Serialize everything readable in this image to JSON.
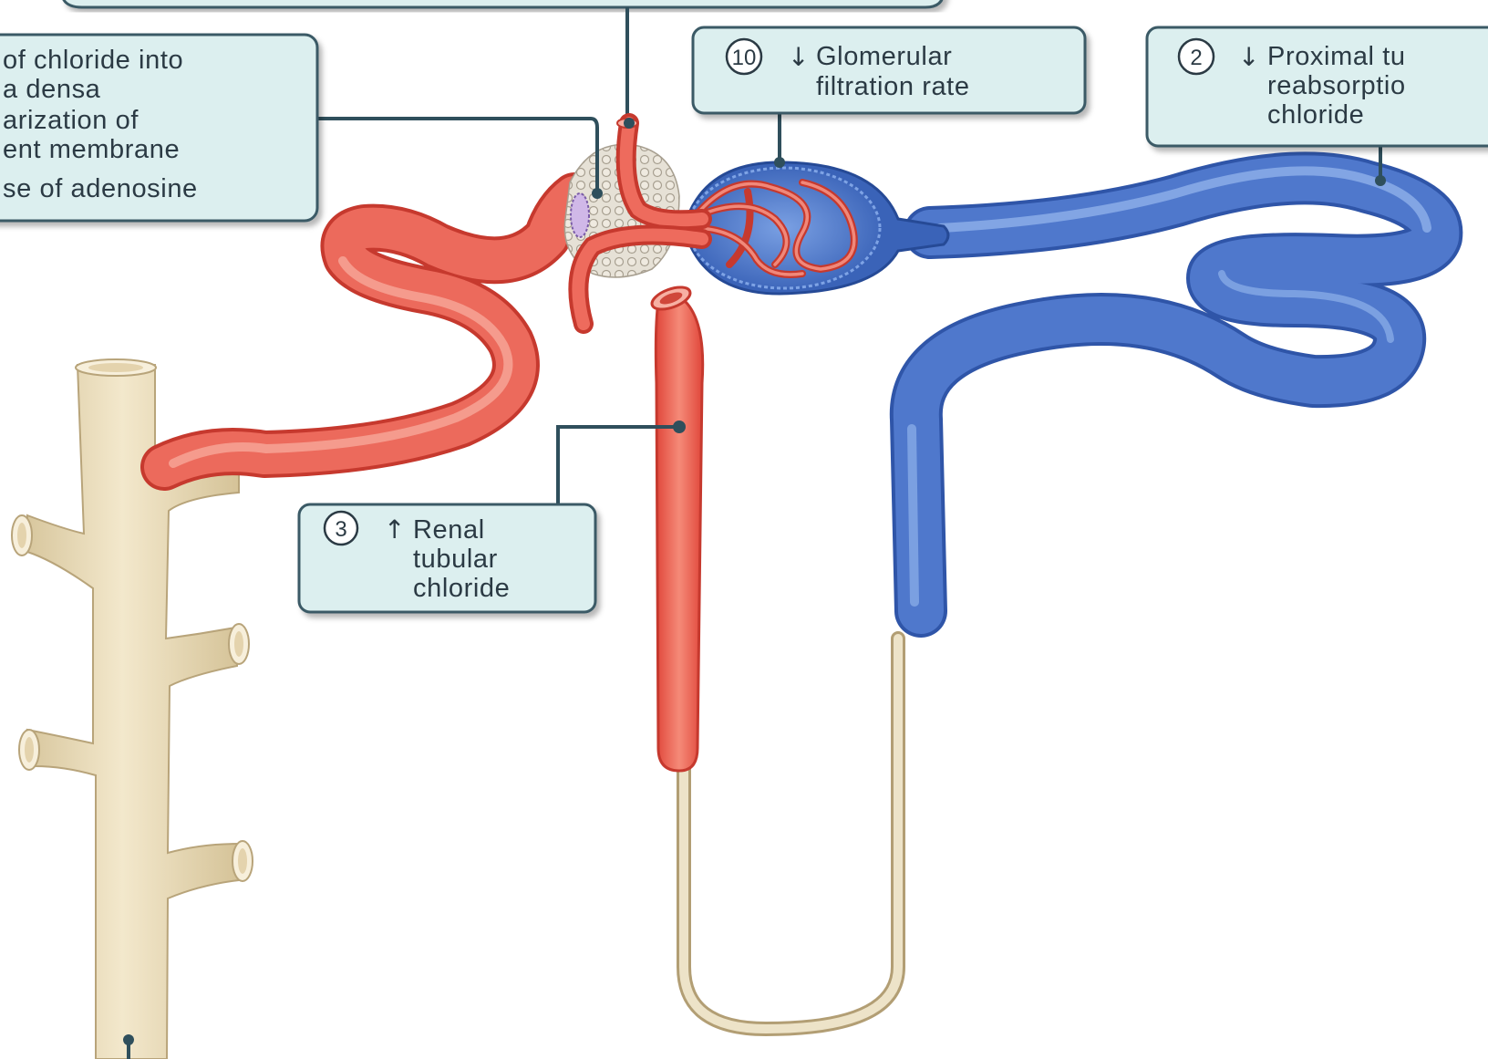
{
  "labels": {
    "macula_densa_box": {
      "lines": [
        "of chloride into",
        "a densa",
        "arization of",
        "ent membrane",
        "se of adenosine"
      ]
    },
    "gfr_box": {
      "badge": "10",
      "arrow": "↓",
      "line1": "Glomerular",
      "line2": "filtration rate"
    },
    "proximal_box": {
      "badge": "2",
      "arrow": "↓",
      "line1": "Proximal tu",
      "line2": "reabsorptio",
      "line3": "chloride"
    },
    "renal_box": {
      "badge": "3",
      "arrow": "↑",
      "line1": "Renal",
      "line2": "tubular",
      "line3": "chloride"
    }
  },
  "colors": {
    "arteriole_red": "#e8574a",
    "arteriole_light": "#f6a090",
    "tubule_blue": "#4a74c8",
    "tubule_dark": "#2f55a8",
    "collecting_duct": "#eadcb9",
    "label_fill": "#dcefef",
    "label_border": "#3a5a66",
    "leader_line": "#2f4f5c"
  }
}
